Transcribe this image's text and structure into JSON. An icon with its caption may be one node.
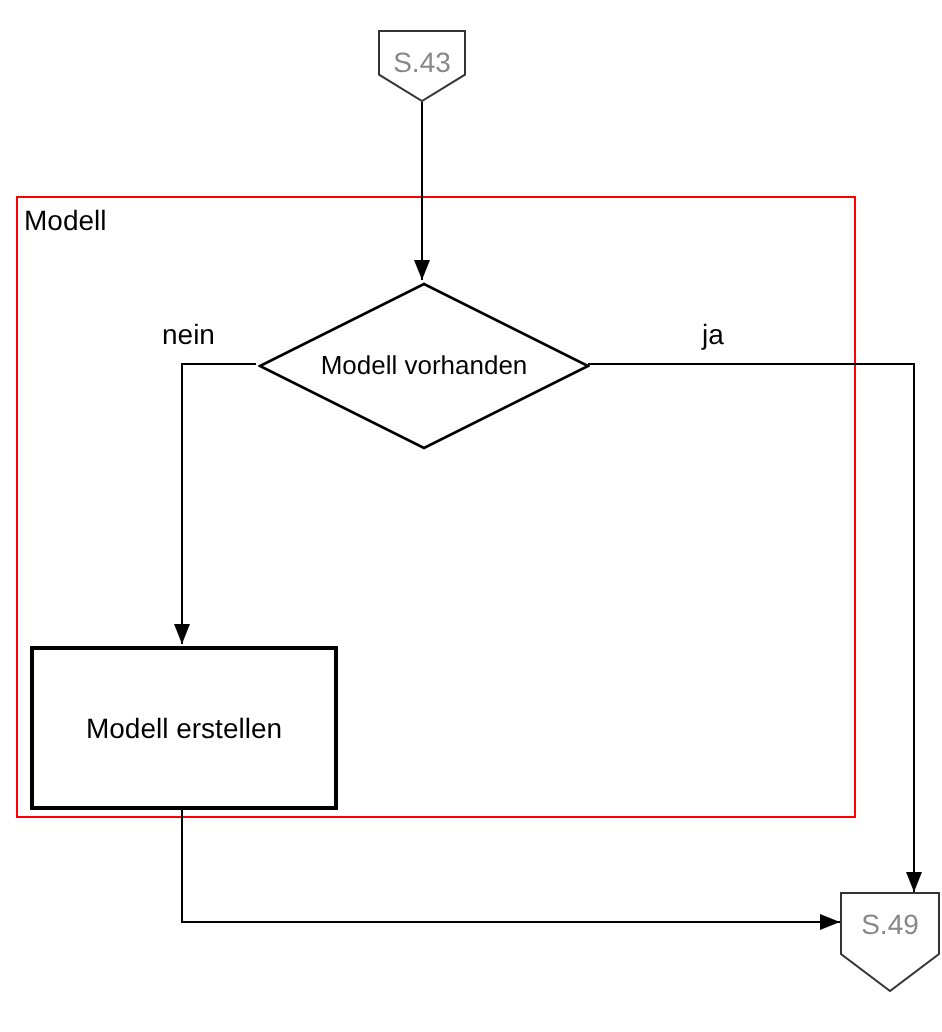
{
  "diagram": {
    "nodes": [
      {
        "text": [
          "S.43"
        ]
      },
      {
        "text": [
          "Modell"
        ]
      },
      {
        "text": [
          "Modell vorhanden"
        ],
        "in": 1
      },
      {
        "text": [
          "Modell erstellen"
        ],
        "in": 1
      },
      {
        "text": [
          "S.49"
        ]
      }
    ],
    "edges": [
      {
        "from": 0,
        "to": 2,
        "arrow": "to"
      },
      {
        "from": 2,
        "to": 3,
        "arrow": "to",
        "label": "nein"
      },
      {
        "from": 2,
        "to": 4,
        "arrow": "to",
        "label": "ja"
      },
      {
        "from": 3,
        "to": 4,
        "arrow": "to"
      }
    ]
  }
}
